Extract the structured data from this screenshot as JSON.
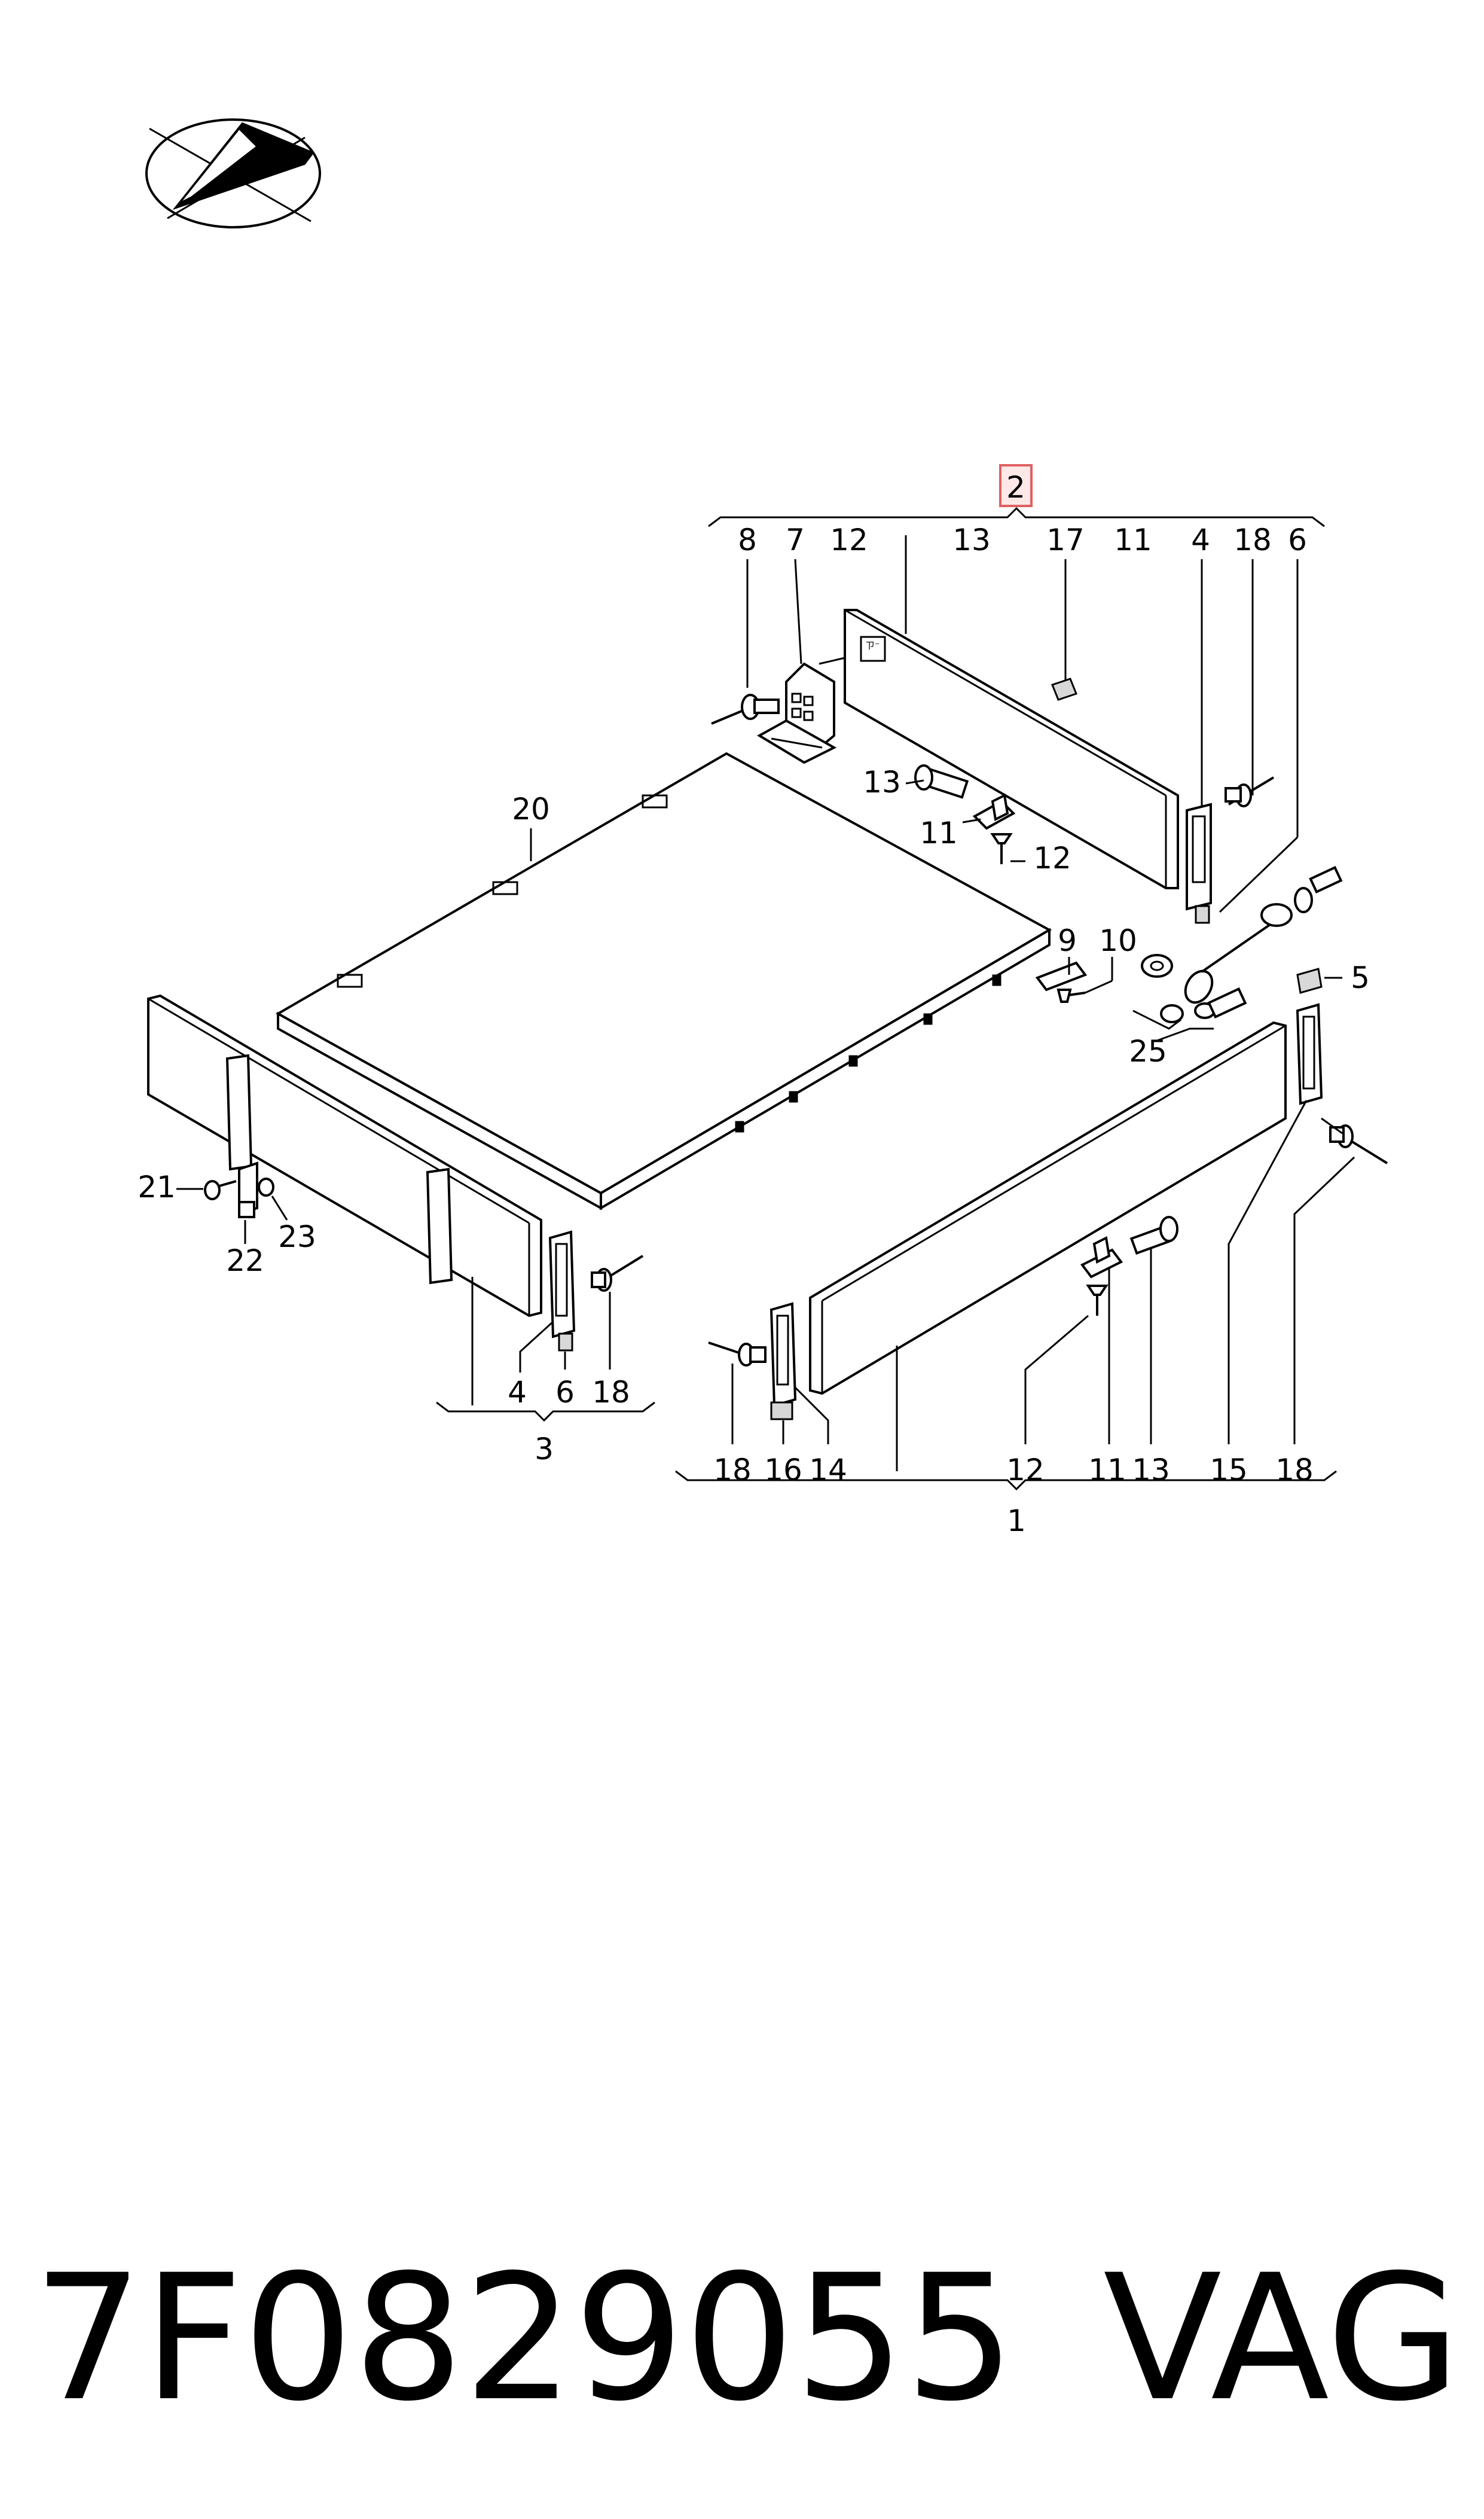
{
  "diagram": {
    "highlighted_label": "2",
    "callouts": {
      "top": [
        "8",
        "7",
        "12",
        "13",
        "17",
        "11",
        "4",
        "18",
        "6"
      ],
      "mid_13": "13",
      "mid_11": "11",
      "mid_12": "12",
      "l20": "20",
      "l9": "9",
      "l10": "10",
      "l5": "5",
      "l25": "25",
      "l21": "21",
      "l22": "22",
      "l23": "23",
      "front_left": [
        "4",
        "6",
        "18"
      ],
      "front_left_group": "3",
      "bottom_right": [
        "18",
        "16",
        "14",
        "12",
        "11",
        "13",
        "15",
        "18"
      ],
      "bottom_right_group": "1"
    }
  },
  "footer": {
    "part_number": "7F0829055",
    "brand": "VAG"
  }
}
